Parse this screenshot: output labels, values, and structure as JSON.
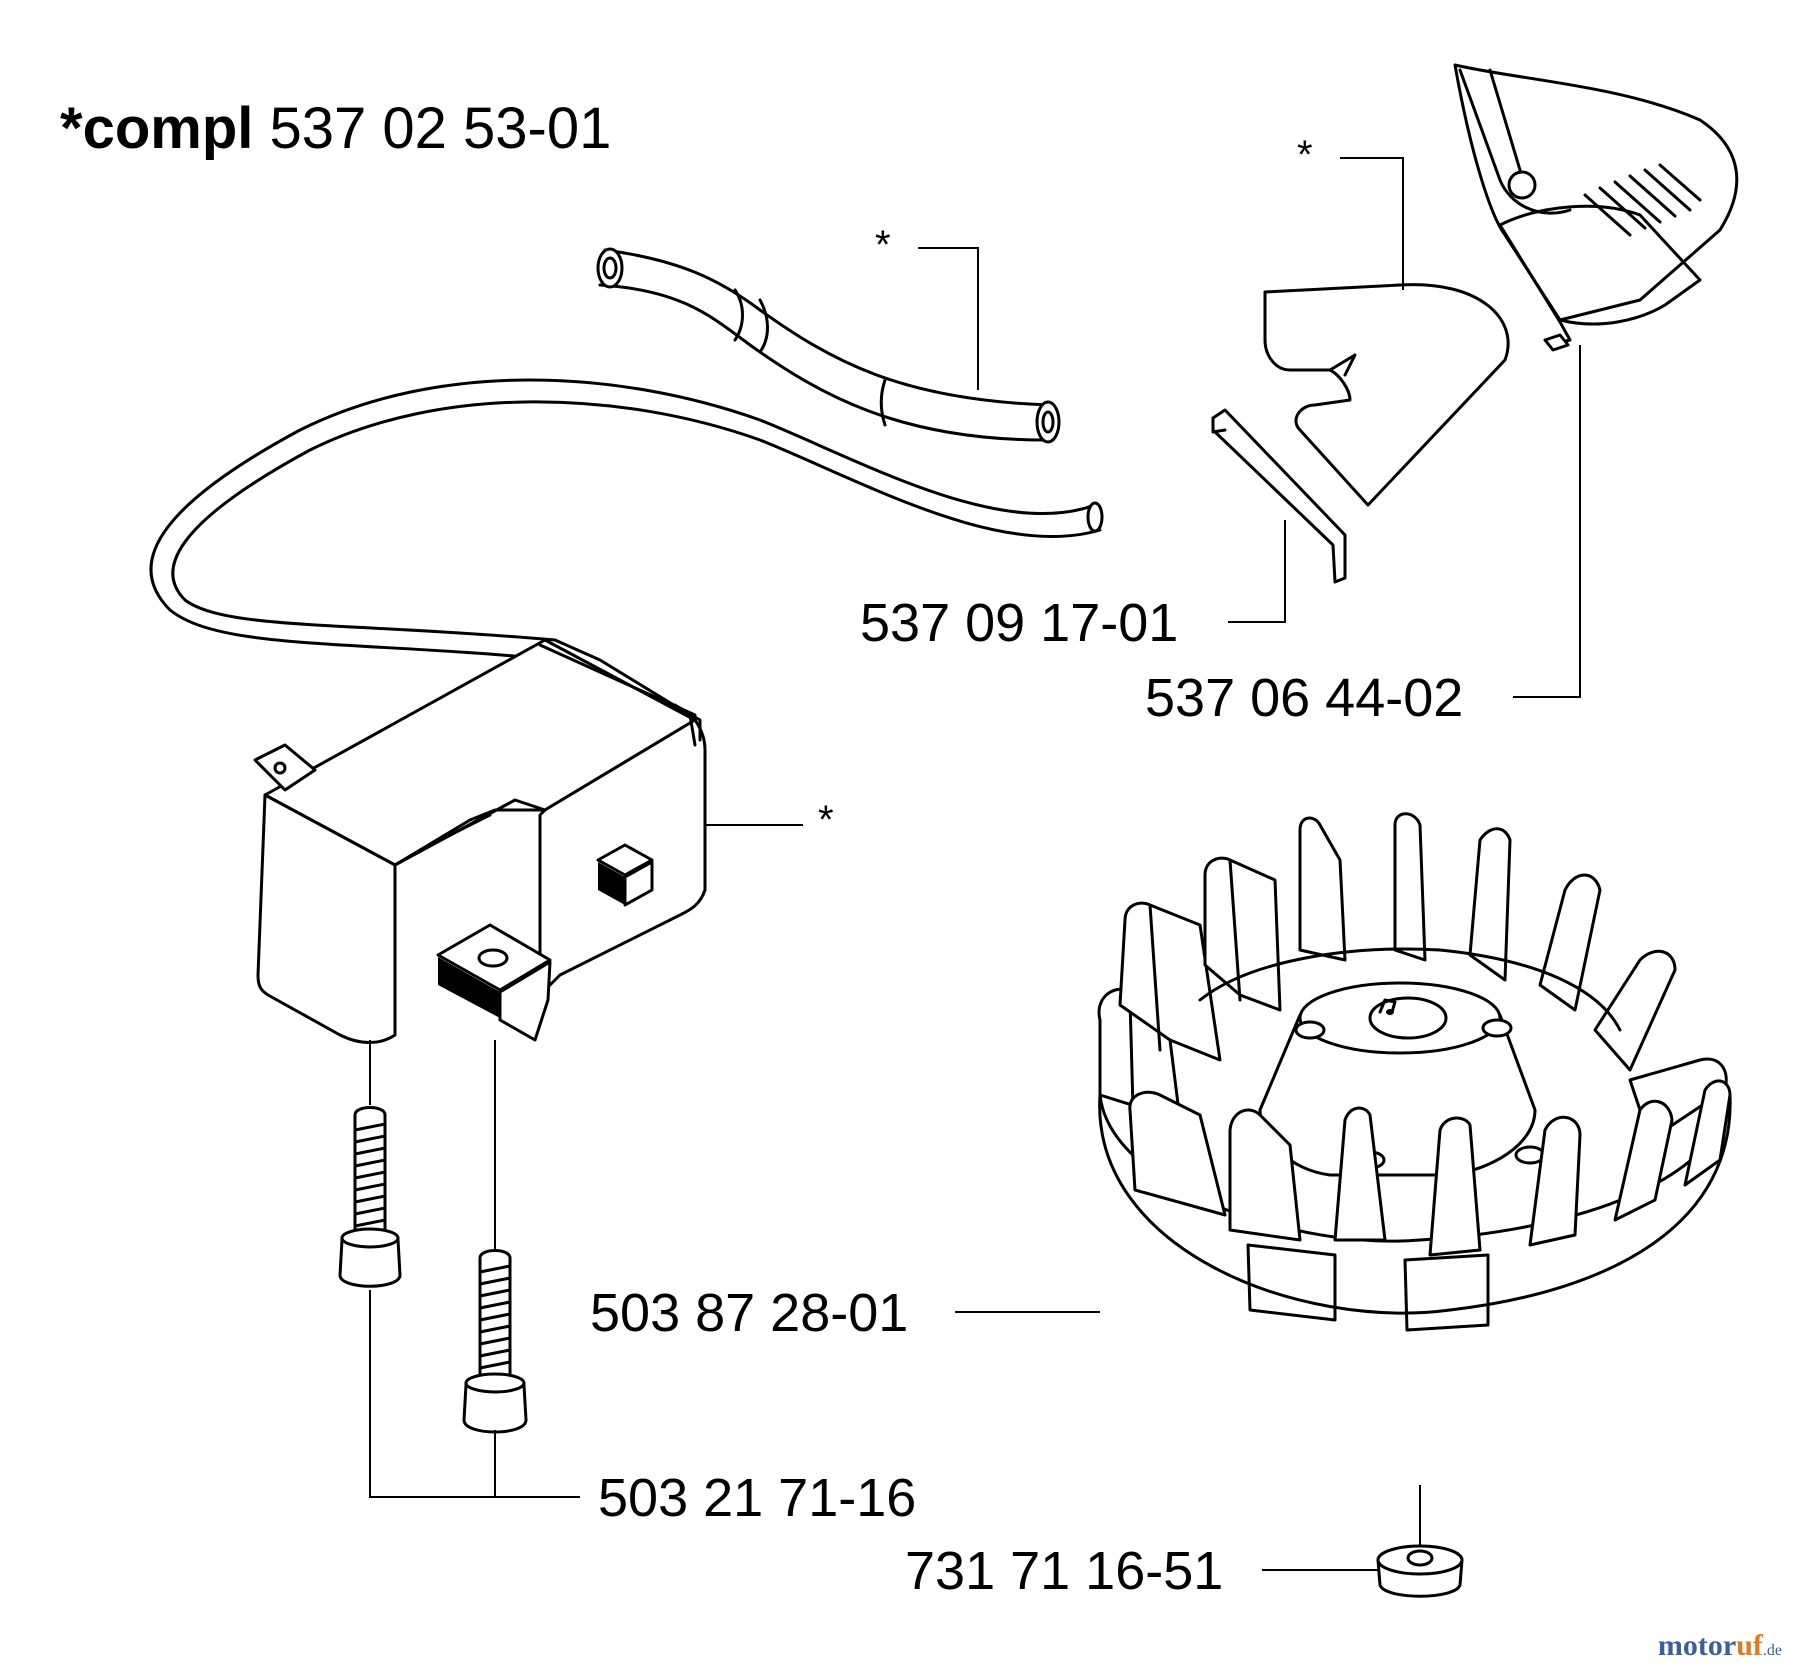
{
  "title": {
    "prefix": "*compl",
    "part_no": "537 02 53-01"
  },
  "asterisk": "*",
  "labels": {
    "spark_plug_clip": "537 09 17-01",
    "spark_plug_cap": "537 06 44-02",
    "flywheel": "503 87 28-01",
    "screws": "503 21 71-16",
    "nut": "731 71 16-51"
  },
  "watermark": {
    "brand_a": "motor",
    "brand_b": "uf",
    "brand_c": ".de"
  }
}
